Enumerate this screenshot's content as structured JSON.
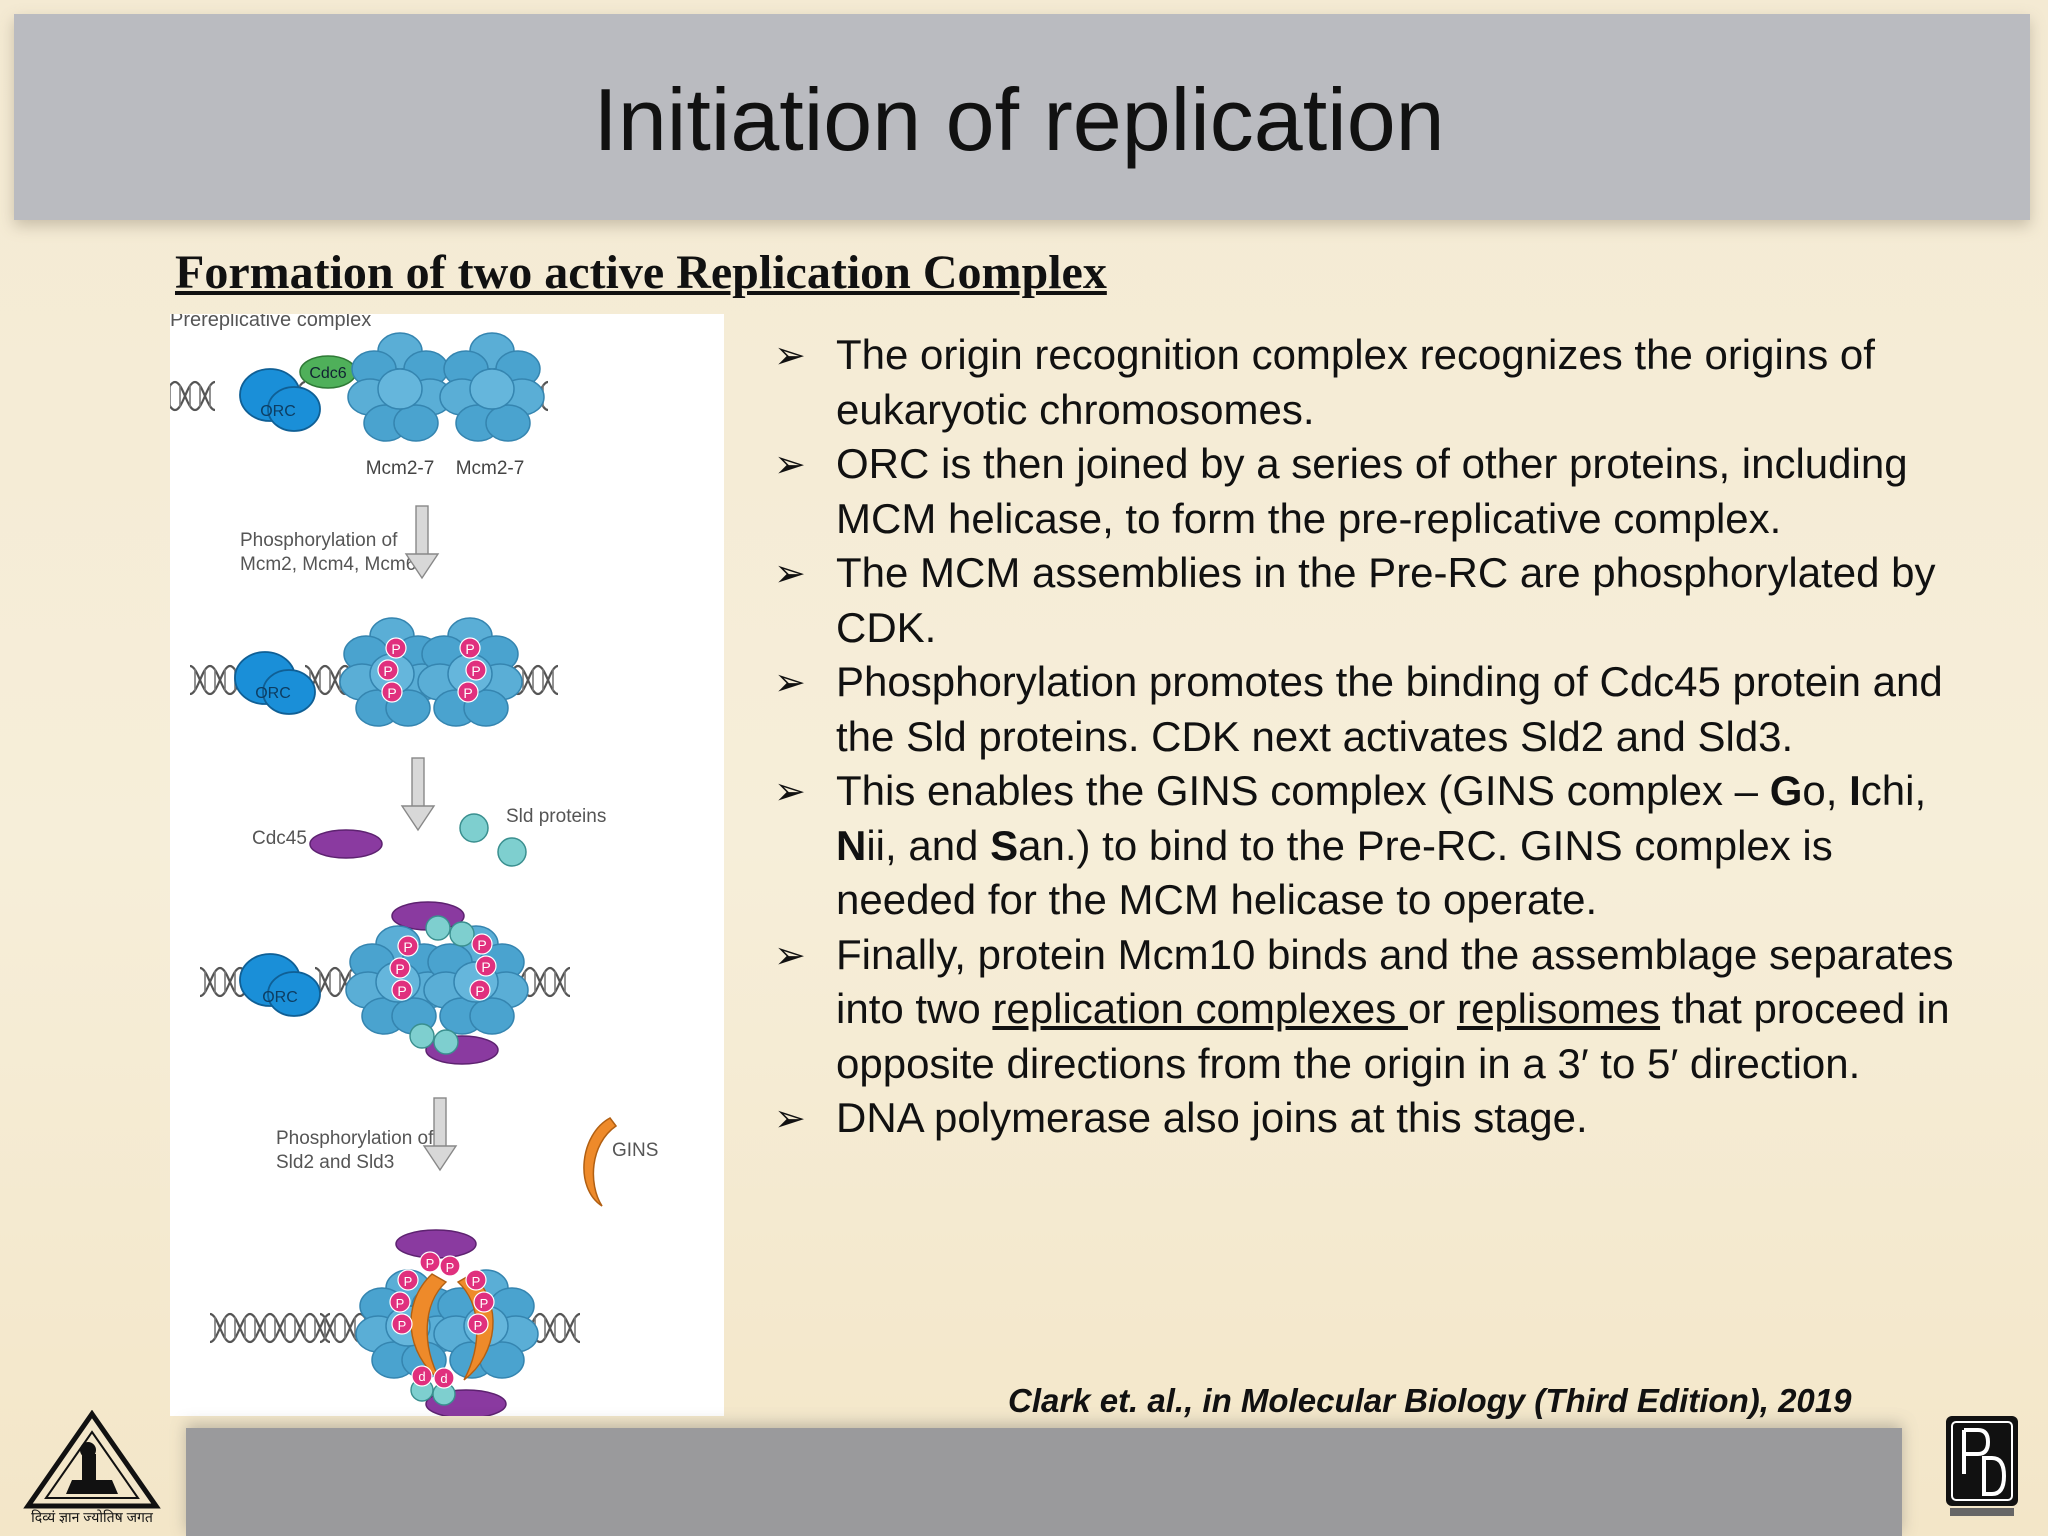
{
  "slide": {
    "title": "Initiation of replication",
    "subtitle": "Formation of two active Replication Complex",
    "citation": "Clark et. al., in Molecular Biology (Third Edition), 2019",
    "bullet_marker": "➢"
  },
  "figure": {
    "header": "Prereplicative complex",
    "orc": "ORC",
    "cdc6": "Cdc6",
    "mcm_left": "Mcm2-7",
    "mcm_right": "Mcm2-7",
    "step1_line1": "Phosphorylation of",
    "step1_line2": "Mcm2, Mcm4, Mcm6",
    "cdc45": "Cdc45",
    "sld_proteins": "Sld proteins",
    "step2_line1": "Phosphorylation of",
    "step2_line2": "Sld2 and Sld3",
    "gins": "GINS",
    "p": "P",
    "d": "d"
  },
  "bullets": {
    "b1": "The origin recognition complex recognizes the origins of eukaryotic chromosomes.",
    "b2": "ORC is then joined by a series of other proteins, including MCM helicase, to form the pre-replicative complex.",
    "b3": "The MCM assemblies in the Pre-RC are phosphorylated by CDK.",
    "b4": "Phosphorylation promotes the binding of Cdc45 protein and the Sld proteins. CDK next activates Sld2 and Sld3.",
    "b5_a": "This enables the GINS complex (GINS complex – ",
    "b5_g": "G",
    "b5_b": "o, ",
    "b5_i": "I",
    "b5_c": "chi, ",
    "b5_n": "N",
    "b5_d": "ii, and ",
    "b5_s": "S",
    "b5_e": "an.) to bind to the Pre-RC. GINS complex is needed for the MCM helicase to operate.",
    "b6_a": "Finally, protein Mcm10 binds and the assemblage separates into two ",
    "b6_link1": "replication complexes ",
    "b6_b": "or ",
    "b6_link2": "replisomes",
    "b6_c": " that proceed in opposite directions from the origin in a 3′ to 5′ direction.",
    "b7": "DNA polymerase also joins at this stage."
  },
  "logos": {
    "left_icon": "institute-emblem-icon",
    "left_caption": "दिव्यं ज्ञान ज्योतिष जगत",
    "right_icon": "pd-monogram-icon"
  },
  "colors": {
    "title_bar": "#babbc0",
    "footer_bar": "#9a9a9c",
    "mcm_blue": "#4aa3cf",
    "orc_blue": "#1a8fd8",
    "cdc6_green": "#4fb05a",
    "phospho_pink": "#e0307e",
    "cdc45_purple": "#8a3aa0",
    "sld_teal": "#7ecfcf",
    "gins_orange": "#ee8a2a"
  }
}
